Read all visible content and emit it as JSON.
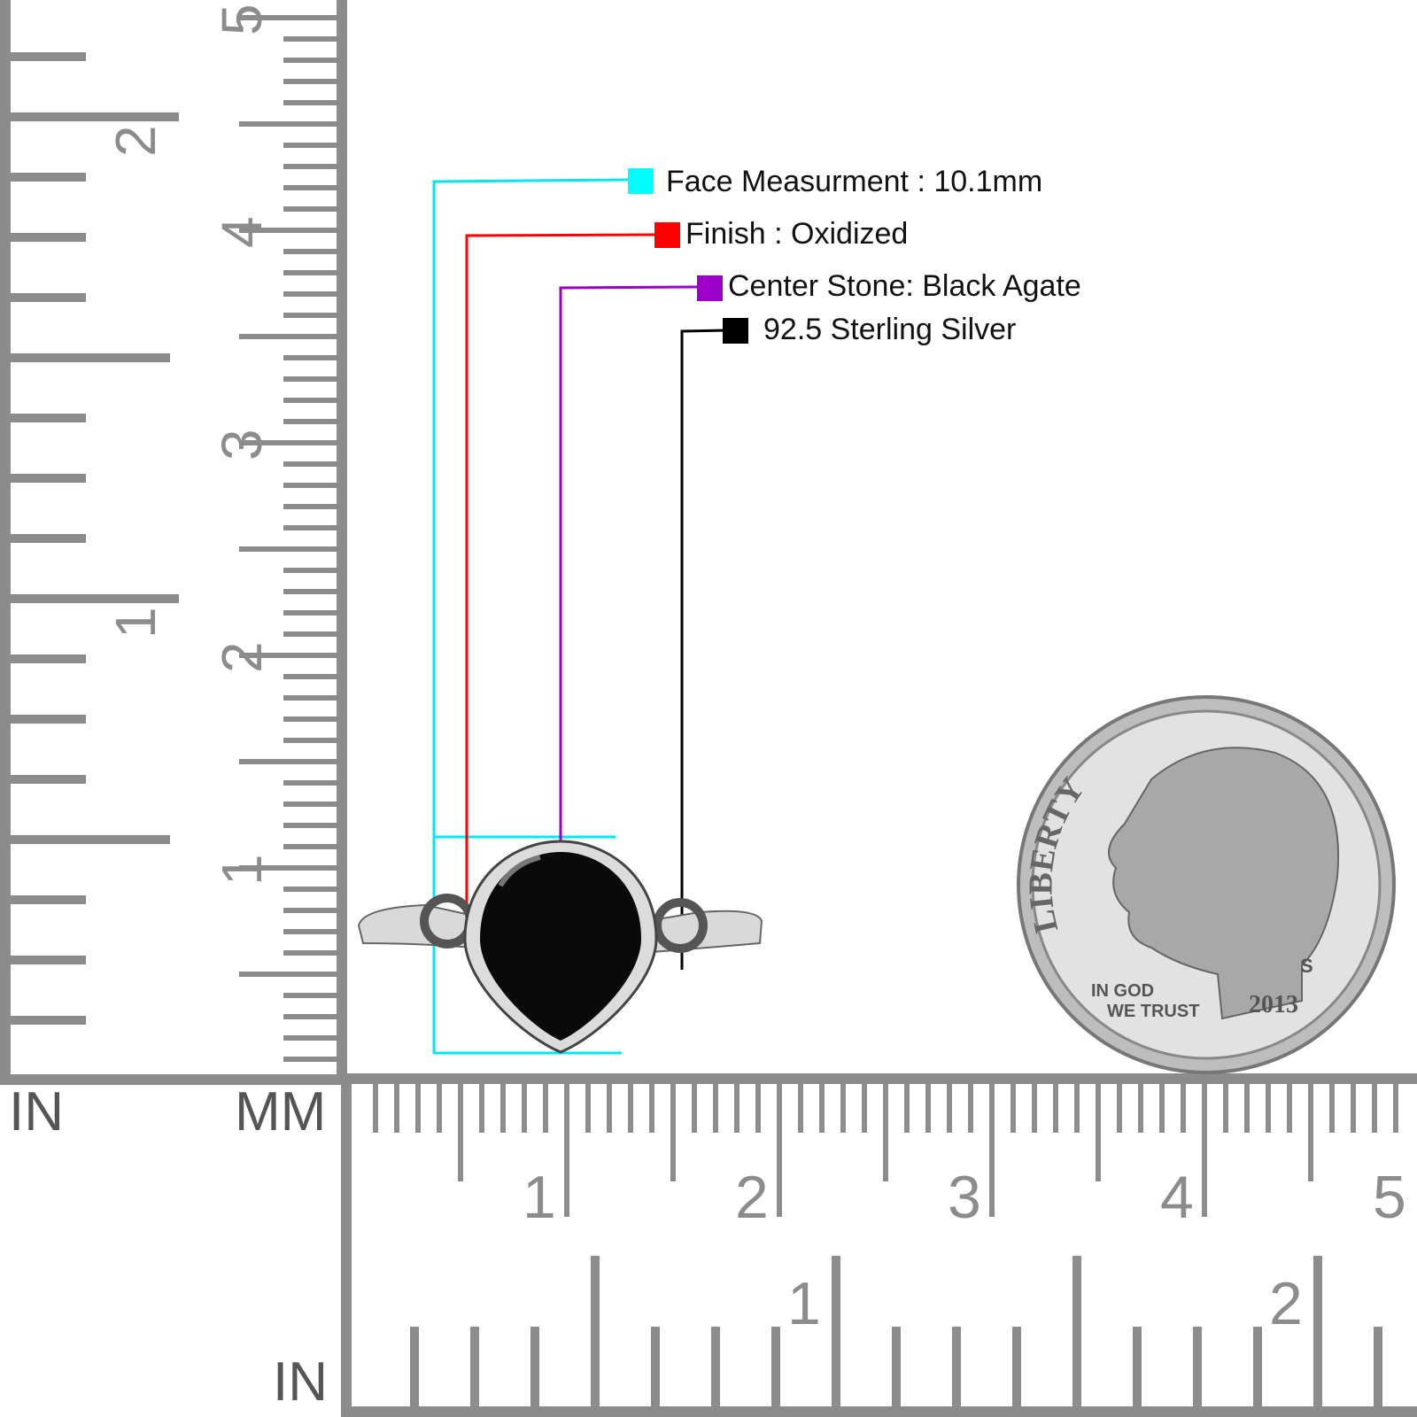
{
  "rulers": {
    "vertical_inch_unit": "IN",
    "vertical_mm_unit": "MM",
    "bottom_inch_unit": "IN",
    "vertical_inch_labels": [
      "1",
      "2"
    ],
    "vertical_mm_labels": [
      "1",
      "2",
      "3",
      "4",
      "5"
    ],
    "bottom_mm_labels": [
      "1",
      "2",
      "3",
      "4",
      "5"
    ],
    "bottom_inch_labels": [
      "1",
      "2"
    ],
    "color": "#8c8c8c"
  },
  "callouts": [
    {
      "text": "Face Measurment : 10.1mm",
      "color": "#00ffff"
    },
    {
      "text": "Finish : Oxidized",
      "color": "#ff0000"
    },
    {
      "text": "Center Stone: Black Agate",
      "color": "#9c00c8"
    },
    {
      "text": "92.5 Sterling Silver",
      "color": "#000000"
    }
  ],
  "coin": {
    "legend": "LIBERTY",
    "motto_line1": "IN GOD",
    "motto_line2": "WE TRUST",
    "year": "2013",
    "mint_mark": "S"
  },
  "product": {
    "stone_color": "#0a0a0a",
    "metal_color": "#c8c8c8"
  }
}
